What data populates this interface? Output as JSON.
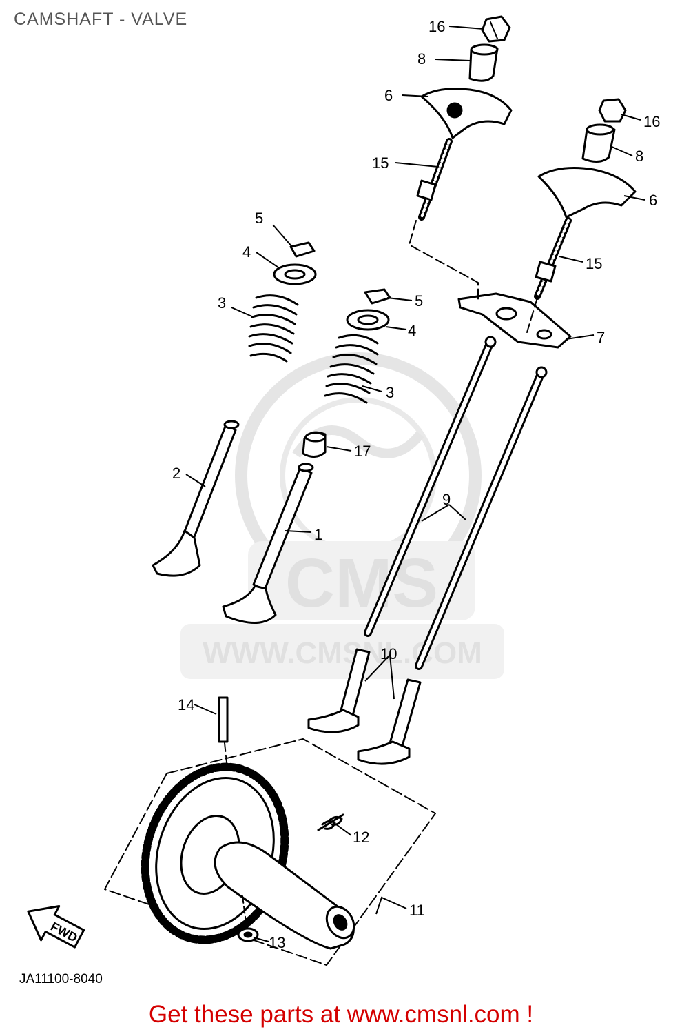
{
  "title": "CAMSHAFT - VALVE",
  "drawing_code": "JA11100-8040",
  "call_to_action": "Get these parts at www.cmsnl.com !",
  "watermark": {
    "brand": "CMS",
    "url": "WWW.CMSNL.COM"
  },
  "fwd_arrow_label": "FWD",
  "callouts": [
    "16",
    "8",
    "6",
    "15",
    "16",
    "8",
    "6",
    "15",
    "5",
    "4",
    "3",
    "5",
    "4",
    "3",
    "7",
    "17",
    "2",
    "1",
    "9",
    "10",
    "14",
    "12",
    "11",
    "13"
  ],
  "colors": {
    "title": "#555555",
    "cta": "#d40000",
    "watermark": "#cccccc",
    "ink": "#000000"
  }
}
